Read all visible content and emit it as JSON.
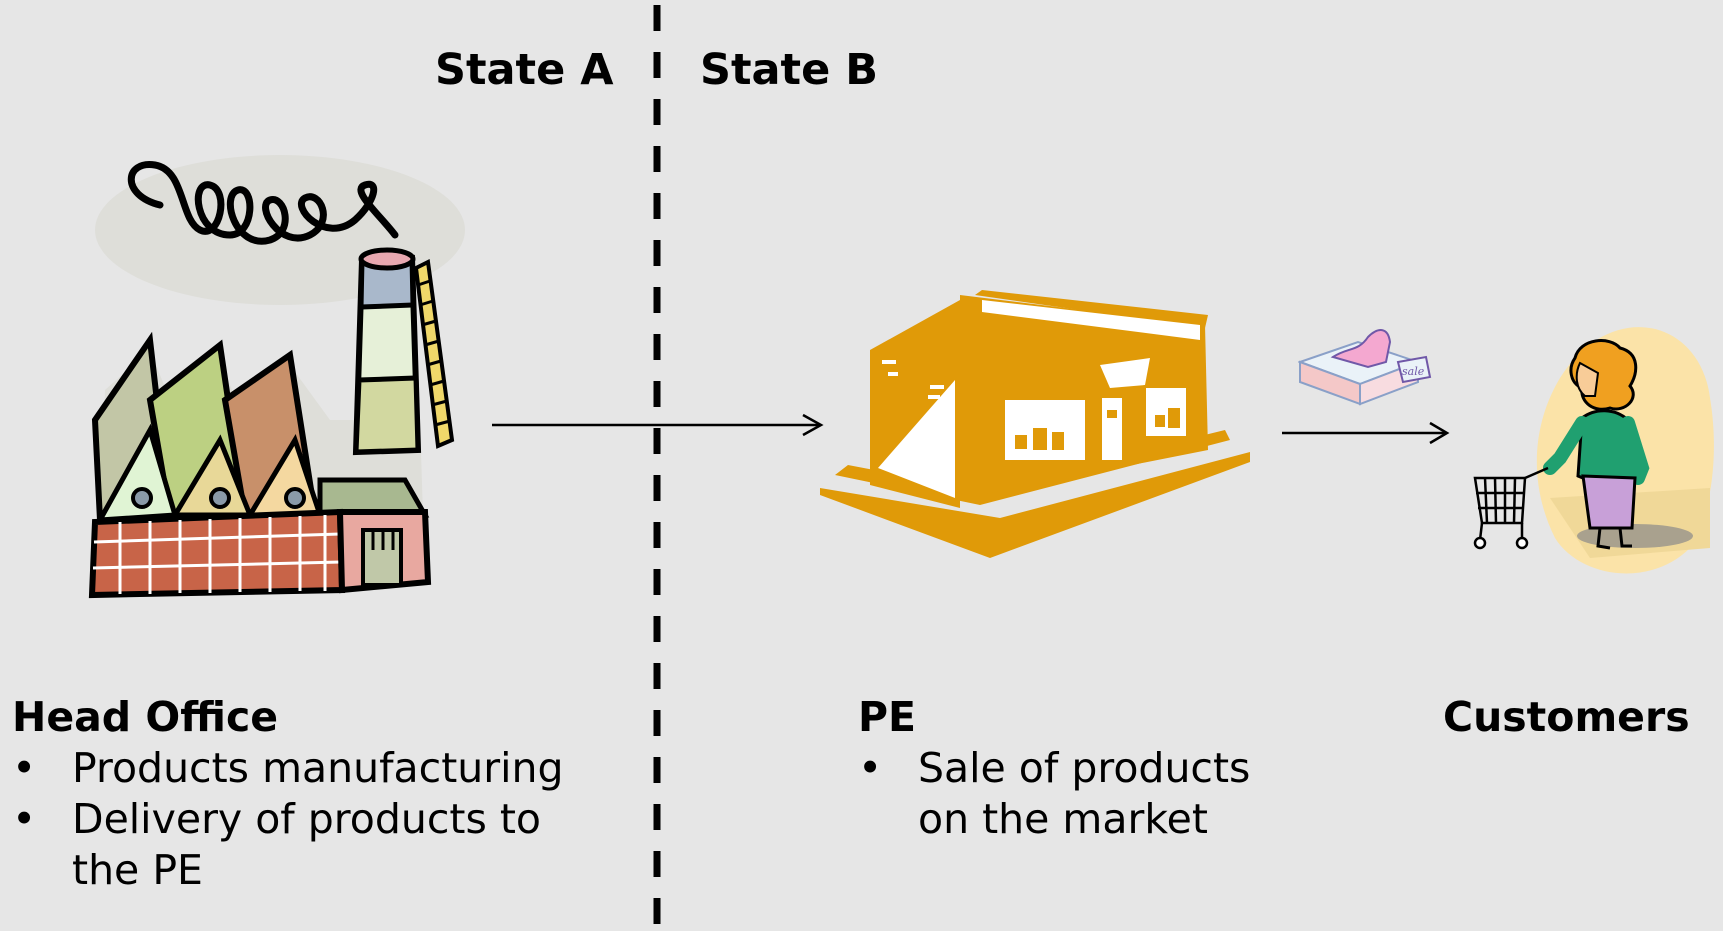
{
  "states": {
    "left": "State A",
    "right": "State B"
  },
  "head_office": {
    "title": "Head Office",
    "bullets": [
      "Products manufacturing",
      "Delivery of products to the PE"
    ]
  },
  "pe": {
    "title": "PE",
    "bullets": [
      "Sale of products on the market"
    ]
  },
  "customers": {
    "title": "Customers"
  },
  "sale_tag_text": "sale",
  "colors": {
    "background": "#e6e6e6",
    "shop_orange": "#e09a08",
    "divider": "#000000"
  },
  "icons": [
    "factory-icon",
    "shop-icon",
    "shoe-box-icon",
    "customer-shopper-icon"
  ]
}
